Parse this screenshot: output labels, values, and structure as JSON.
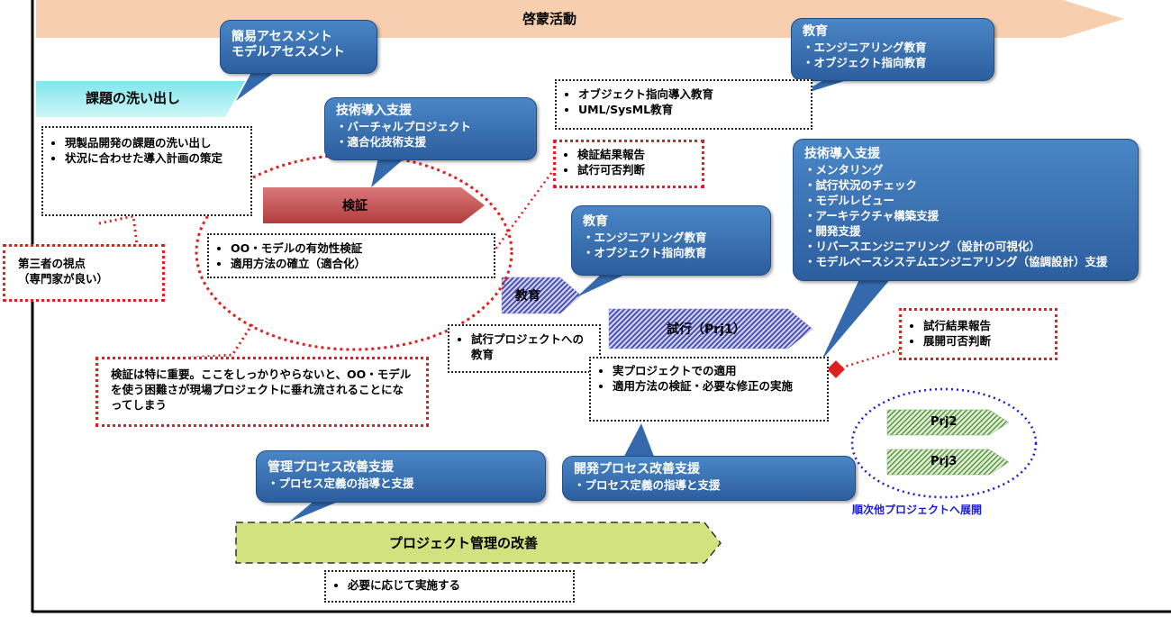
{
  "banner": {
    "label": "啓蒙活動"
  },
  "bubbles": {
    "assessment": [
      "簡易アセスメント",
      "モデルアセスメント"
    ],
    "tech1": {
      "title": "技術導入支援",
      "items": [
        "・バーチャルプロジェクト",
        "・適合化技術支援"
      ]
    },
    "edu_top": {
      "title": "教育",
      "items": [
        "・エンジニアリング教育",
        "・オブジェクト指向教育"
      ]
    },
    "edu_mid": {
      "title": "教育",
      "items": [
        "・エンジニアリング教育",
        "・オブジェクト指向教育"
      ]
    },
    "tech2": {
      "title": "技術導入支援",
      "items": [
        "・メンタリング",
        "・試行状況のチェック",
        "・モデルレビュー",
        "・アーキテクチャ構築支援",
        "・開発支援",
        "・リバースエンジニアリング（設計の可視化）",
        "・モデルベースシステムエンジニアリング（協調設計）支援"
      ]
    },
    "mgmt": {
      "title": "管理プロセス改善支援",
      "items": [
        "・プロセス定義の指導と支援"
      ]
    },
    "dev": {
      "title": "開発プロセス改善支援",
      "items": [
        "・プロセス定義の指導と支援"
      ]
    }
  },
  "arrows": {
    "issues": "課題の洗い出し",
    "verify": "検証",
    "edu": "教育",
    "trial": "試行（Prj1）",
    "prj2": "Prj2",
    "prj3": "Prj3",
    "mgmt": "プロジェクト管理の改善"
  },
  "boxes": {
    "issues": [
      "現製品開発の課題の洗い出し",
      "状況に合わせた導入計画の策定"
    ],
    "third": [
      "第三者の視点",
      "（専門家が良い）"
    ],
    "verify": [
      "OO・モデルの有効性検証",
      "適用方法の確立（適合化）"
    ],
    "edu_top": [
      "オブジェクト指向導入教育",
      "UML/SysML教育"
    ],
    "verify_report": [
      "検証結果報告",
      "試行可否判断"
    ],
    "trial_edu": [
      "試行プロジェクトへの教育"
    ],
    "trial": [
      "実プロジェクトでの適用",
      "適用方法の検証・必要な修正の実施"
    ],
    "trial_report": [
      "試行結果報告",
      "展開可否判断"
    ],
    "important": "検証は特に重要。ここをしっかりやらないと、OO・モデルを使う困難さが現場プロジェクトに垂れ流されることになってしまう",
    "as_needed": [
      "必要に応じて実施する"
    ]
  },
  "deploy_label": "順次他プロジェクトへ展開",
  "colors": {
    "bubble": "#3a72b8",
    "red_dot": "#e02020",
    "blue_dot": "#1a1adb",
    "banner": "#f8cfae"
  }
}
